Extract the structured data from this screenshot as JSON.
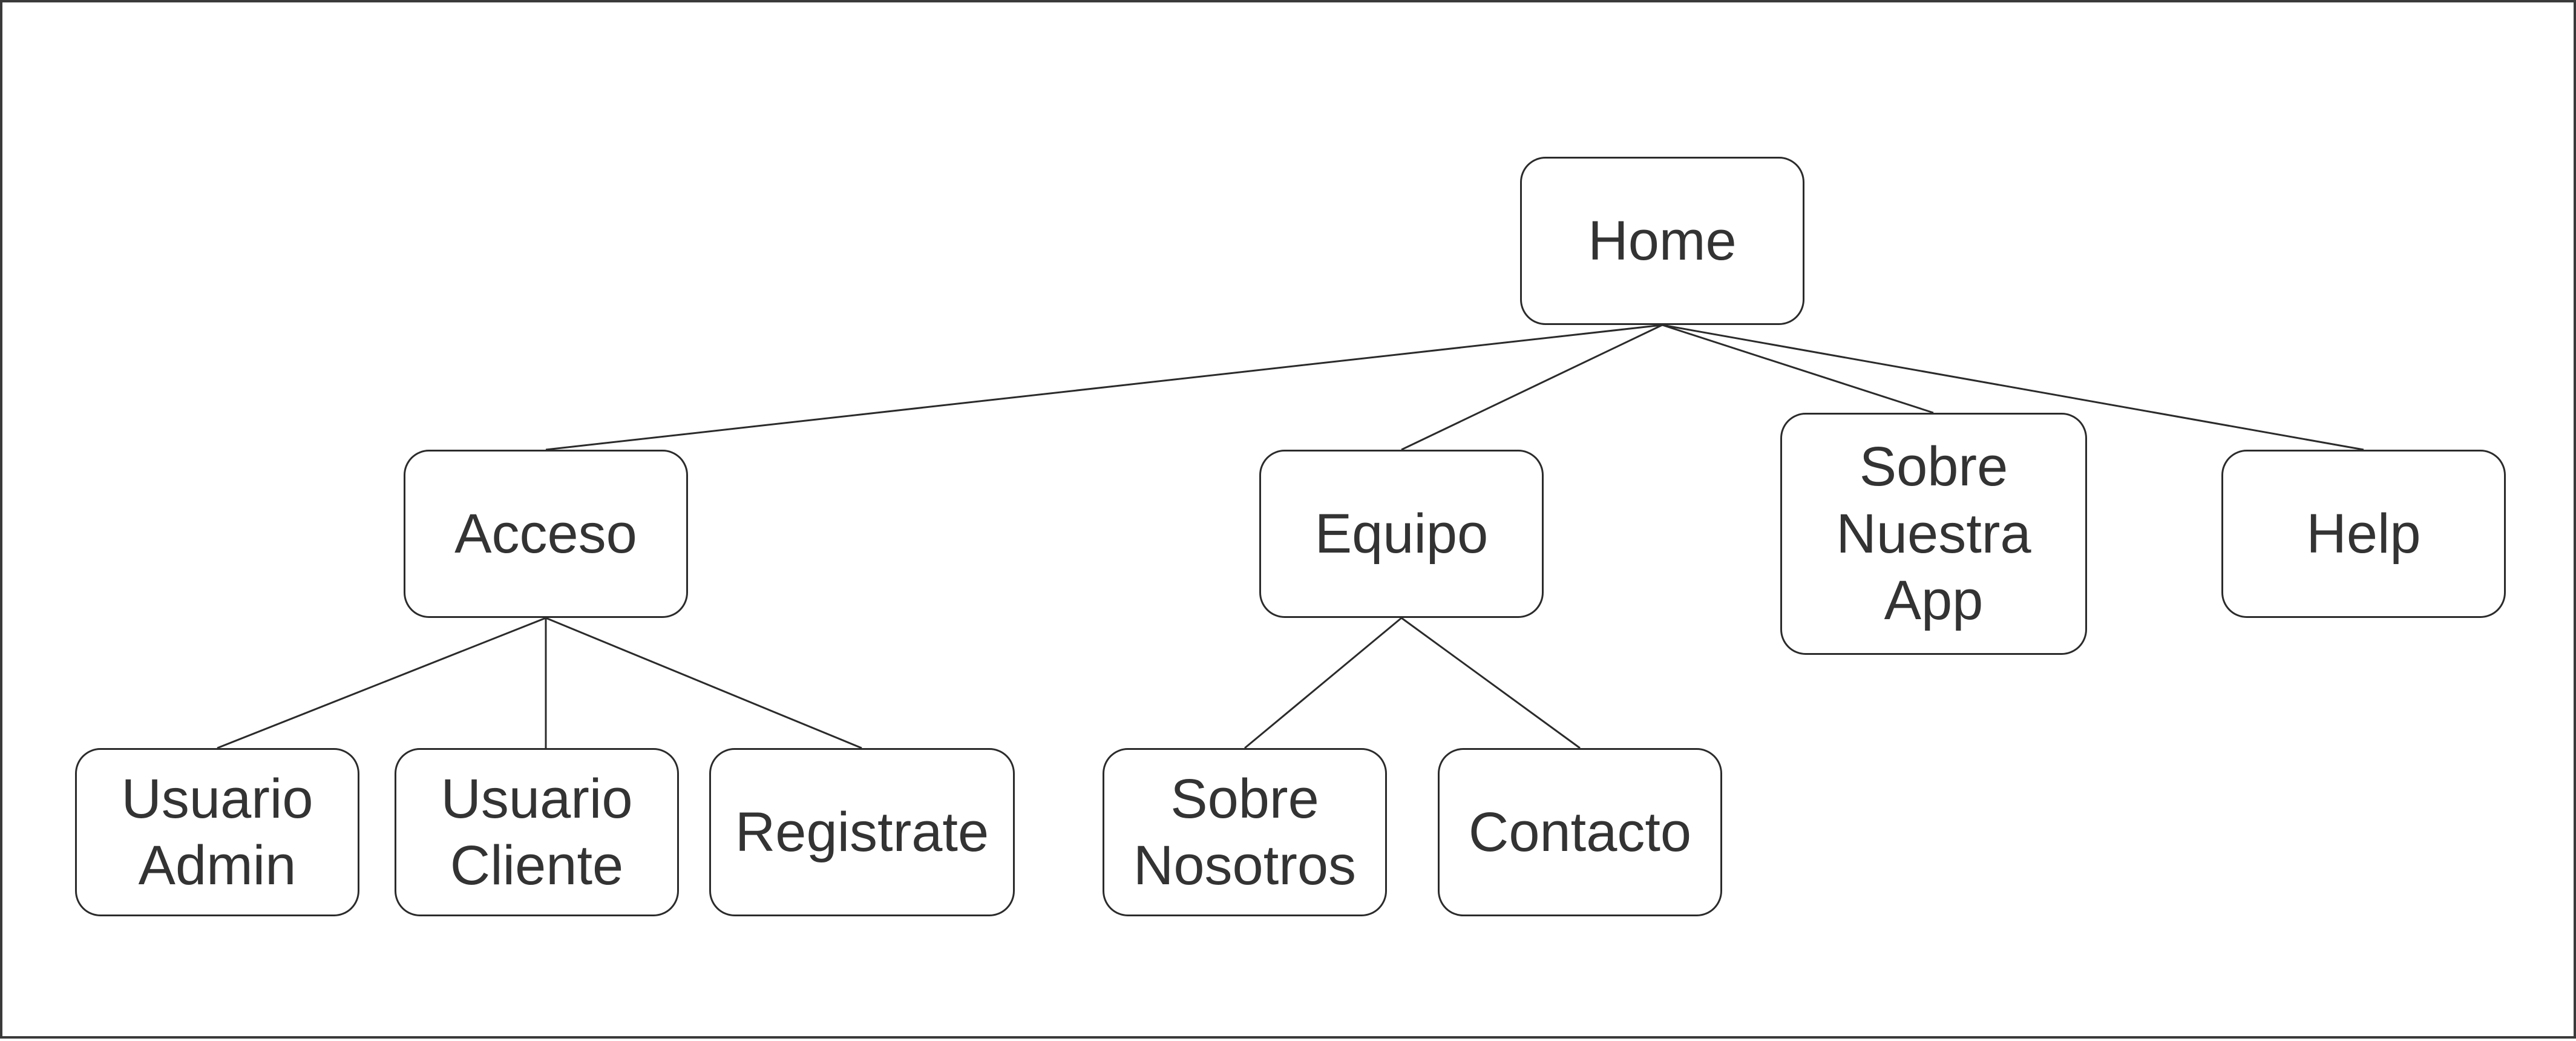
{
  "diagram": {
    "nodes": {
      "home": "Home",
      "acceso": "Acceso",
      "equipo": "Equipo",
      "sobre_app": "Sobre\nNuestra\nApp",
      "help": "Help",
      "usuario_admin": "Usuario\nAdmin",
      "usuario_cliente": "Usuario\nCliente",
      "registrate": "Registrate",
      "sobre_nosotros": "Sobre\nNosotros",
      "contacto": "Contacto"
    },
    "edges": [
      [
        "home",
        "acceso"
      ],
      [
        "home",
        "equipo"
      ],
      [
        "home",
        "sobre_app"
      ],
      [
        "home",
        "help"
      ],
      [
        "acceso",
        "usuario_admin"
      ],
      [
        "acceso",
        "usuario_cliente"
      ],
      [
        "acceso",
        "registrate"
      ],
      [
        "equipo",
        "sobre_nosotros"
      ],
      [
        "equipo",
        "contacto"
      ]
    ],
    "colors": {
      "border": "#2b2b2b",
      "text": "#333333",
      "background": "#ffffff"
    }
  }
}
